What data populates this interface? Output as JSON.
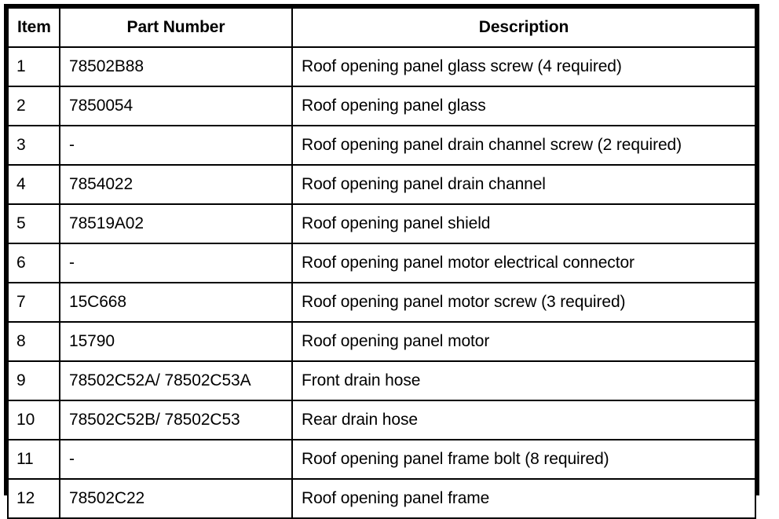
{
  "table": {
    "name": "roof-opening-panel-parts-list",
    "columns": [
      {
        "key": "item",
        "label": "Item",
        "align": "left"
      },
      {
        "key": "part_number",
        "label": "Part Number",
        "align": "center"
      },
      {
        "key": "description",
        "label": "Description",
        "align": "center"
      }
    ],
    "rows": [
      {
        "item": "1",
        "part_number": "78502B88",
        "description": "Roof opening panel glass screw (4 required)"
      },
      {
        "item": "2",
        "part_number": "7850054",
        "description": "Roof opening panel glass"
      },
      {
        "item": "3",
        "part_number": "-",
        "description": "Roof opening panel drain channel screw (2 required)"
      },
      {
        "item": "4",
        "part_number": "7854022",
        "description": "Roof opening panel drain channel"
      },
      {
        "item": "5",
        "part_number": "78519A02",
        "description": "Roof opening panel shield"
      },
      {
        "item": "6",
        "part_number": "-",
        "description": "Roof opening panel motor electrical connector"
      },
      {
        "item": "7",
        "part_number": "15C668",
        "description": "Roof opening panel motor screw (3 required)"
      },
      {
        "item": "8",
        "part_number": "15790",
        "description": "Roof opening panel motor"
      },
      {
        "item": "9",
        "part_number": "78502C52A/ 78502C53A",
        "description": "Front drain hose"
      },
      {
        "item": "10",
        "part_number": "78502C52B/ 78502C53",
        "description": "Rear drain hose"
      },
      {
        "item": "11",
        "part_number": "-",
        "description": "Roof opening panel frame bolt (8 required)"
      },
      {
        "item": "12",
        "part_number": "78502C22",
        "description": "Roof opening panel frame"
      }
    ]
  },
  "style": {
    "background": "#ffffff",
    "text_color": "#000000",
    "border_color": "#000000"
  }
}
